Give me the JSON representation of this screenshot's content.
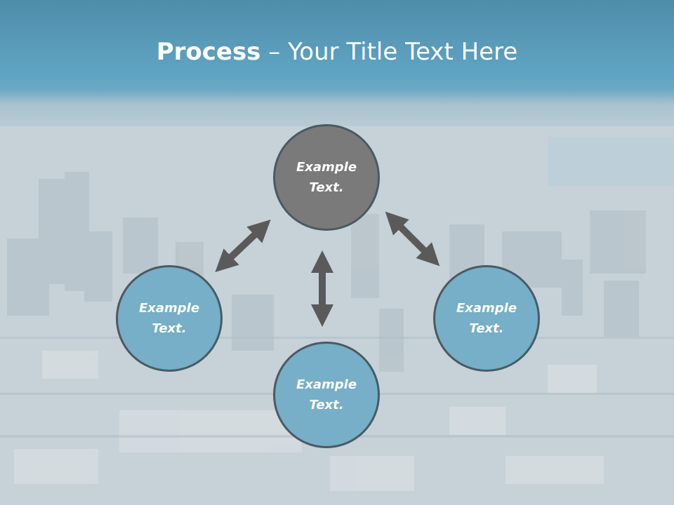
{
  "slide": {
    "title_bold": "Process",
    "title_rest": " – Your Title Text Here"
  },
  "diagram": {
    "nodes": {
      "top": {
        "label": "Example Text.",
        "fill": "#7a7a7a"
      },
      "left": {
        "label": "Example Text.",
        "fill": "#76afc7"
      },
      "right": {
        "label": "Example Text.",
        "fill": "#76afc7"
      },
      "bottom": {
        "label": "Example Text.",
        "fill": "#76afc7"
      }
    },
    "arrow_color": "#5a5a5a"
  }
}
